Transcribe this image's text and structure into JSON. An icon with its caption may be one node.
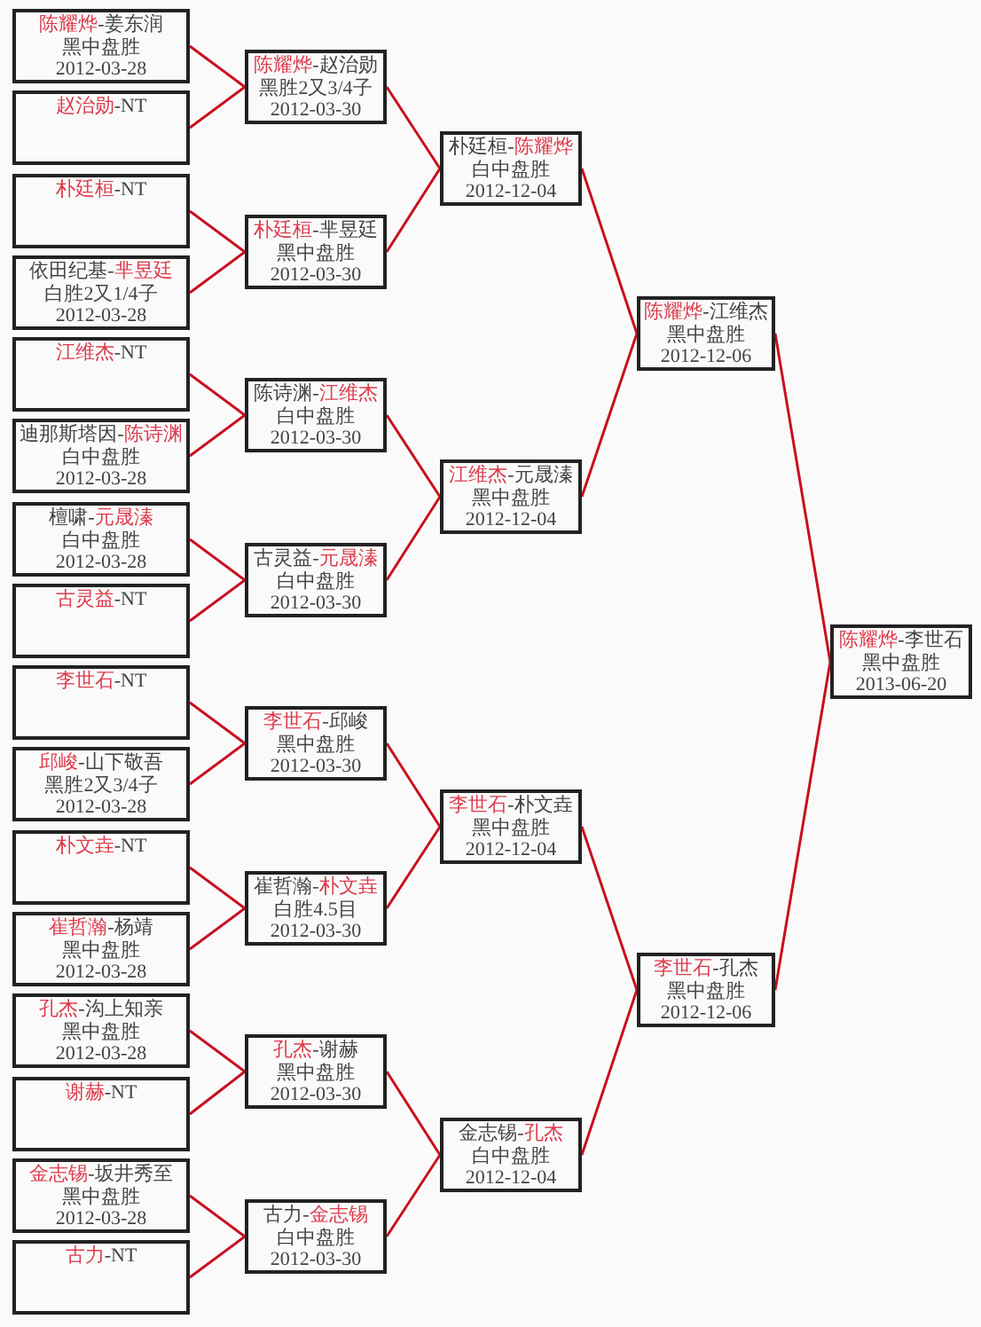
{
  "diagram": {
    "nodes": [
      {
        "text": [
          "陈耀烨-姜东润",
          "黑中盘胜",
          "2012-03-28"
        ]
      },
      {
        "text": [
          "赵治勋-NT"
        ]
      },
      {
        "text": [
          "朴廷桓-NT"
        ]
      },
      {
        "text": [
          "依田纪基-芈昱廷",
          "白胜2又1/4子",
          "2012-03-28"
        ]
      },
      {
        "text": [
          "江维杰-NT"
        ]
      },
      {
        "text": [
          "迪那斯塔因-陈诗渊",
          "白中盘胜",
          "2012-03-28"
        ]
      },
      {
        "text": [
          "檀啸-元晟溱",
          "白中盘胜",
          "2012-03-28"
        ]
      },
      {
        "text": [
          "古灵益-NT"
        ]
      },
      {
        "text": [
          "李世石-NT"
        ]
      },
      {
        "text": [
          "邱峻-山下敬吾",
          "黑胜2又3/4子",
          "2012-03-28"
        ]
      },
      {
        "text": [
          "朴文垚-NT"
        ]
      },
      {
        "text": [
          "崔哲瀚-杨靖",
          "黑中盘胜",
          "2012-03-28"
        ]
      },
      {
        "text": [
          "孔杰-沟上知亲",
          "黑中盘胜",
          "2012-03-28"
        ]
      },
      {
        "text": [
          "谢赫-NT"
        ]
      },
      {
        "text": [
          "金志锡-坂井秀至",
          "黑中盘胜",
          "2012-03-28"
        ]
      },
      {
        "text": [
          "古力-NT"
        ]
      },
      {
        "text": [
          "陈耀烨-赵治勋",
          "黑胜2又3/4子",
          "2012-03-30"
        ]
      },
      {
        "text": [
          "朴廷桓-芈昱廷",
          "黑中盘胜",
          "2012-03-30"
        ]
      },
      {
        "text": [
          "陈诗渊-江维杰",
          "白中盘胜",
          "2012-03-30"
        ]
      },
      {
        "text": [
          "古灵益-元晟溱",
          "白中盘胜",
          "2012-03-30"
        ]
      },
      {
        "text": [
          "李世石-邱峻",
          "黑中盘胜",
          "2012-03-30"
        ]
      },
      {
        "text": [
          "崔哲瀚-朴文垚",
          "白胜4.5目",
          "2012-03-30"
        ]
      },
      {
        "text": [
          "孔杰-谢赫",
          "黑中盘胜",
          "2012-03-30"
        ]
      },
      {
        "text": [
          "古力-金志锡",
          "白中盘胜",
          "2012-03-30"
        ]
      },
      {
        "text": [
          "朴廷桓-陈耀烨",
          "白中盘胜",
          "2012-12-04"
        ]
      },
      {
        "text": [
          "江维杰-元晟溱",
          "黑中盘胜",
          "2012-12-04"
        ]
      },
      {
        "text": [
          "李世石-朴文垚",
          "黑中盘胜",
          "2012-12-04"
        ]
      },
      {
        "text": [
          "金志锡-孔杰",
          "白中盘胜",
          "2012-12-04"
        ]
      },
      {
        "text": [
          "陈耀烨-江维杰",
          "黑中盘胜",
          "2012-12-06"
        ]
      },
      {
        "text": [
          "李世石-孔杰",
          "黑中盘胜",
          "2012-12-06"
        ]
      },
      {
        "text": [
          "陈耀烨-李世石",
          "黑中盘胜",
          "2013-06-20"
        ]
      }
    ],
    "edges": [
      {
        "from": 0,
        "to": 16,
        "arrow": "none"
      },
      {
        "from": 1,
        "to": 16,
        "arrow": "none"
      },
      {
        "from": 2,
        "to": 17,
        "arrow": "none"
      },
      {
        "from": 3,
        "to": 17,
        "arrow": "none"
      },
      {
        "from": 4,
        "to": 18,
        "arrow": "none"
      },
      {
        "from": 5,
        "to": 18,
        "arrow": "none"
      },
      {
        "from": 6,
        "to": 19,
        "arrow": "none"
      },
      {
        "from": 7,
        "to": 19,
        "arrow": "none"
      },
      {
        "from": 8,
        "to": 20,
        "arrow": "none"
      },
      {
        "from": 9,
        "to": 20,
        "arrow": "none"
      },
      {
        "from": 10,
        "to": 21,
        "arrow": "none"
      },
      {
        "from": 11,
        "to": 21,
        "arrow": "none"
      },
      {
        "from": 12,
        "to": 22,
        "arrow": "none"
      },
      {
        "from": 13,
        "to": 22,
        "arrow": "none"
      },
      {
        "from": 14,
        "to": 23,
        "arrow": "none"
      },
      {
        "from": 15,
        "to": 23,
        "arrow": "none"
      },
      {
        "from": 16,
        "to": 24,
        "arrow": "none"
      },
      {
        "from": 17,
        "to": 24,
        "arrow": "none"
      },
      {
        "from": 18,
        "to": 25,
        "arrow": "none"
      },
      {
        "from": 19,
        "to": 25,
        "arrow": "none"
      },
      {
        "from": 20,
        "to": 26,
        "arrow": "none"
      },
      {
        "from": 21,
        "to": 26,
        "arrow": "none"
      },
      {
        "from": 22,
        "to": 27,
        "arrow": "none"
      },
      {
        "from": 23,
        "to": 27,
        "arrow": "none"
      },
      {
        "from": 24,
        "to": 28,
        "arrow": "none"
      },
      {
        "from": 25,
        "to": 28,
        "arrow": "none"
      },
      {
        "from": 26,
        "to": 29,
        "arrow": "none"
      },
      {
        "from": 27,
        "to": 29,
        "arrow": "none"
      },
      {
        "from": 28,
        "to": 30,
        "arrow": "none"
      },
      {
        "from": 29,
        "to": 30,
        "arrow": "none"
      }
    ]
  }
}
